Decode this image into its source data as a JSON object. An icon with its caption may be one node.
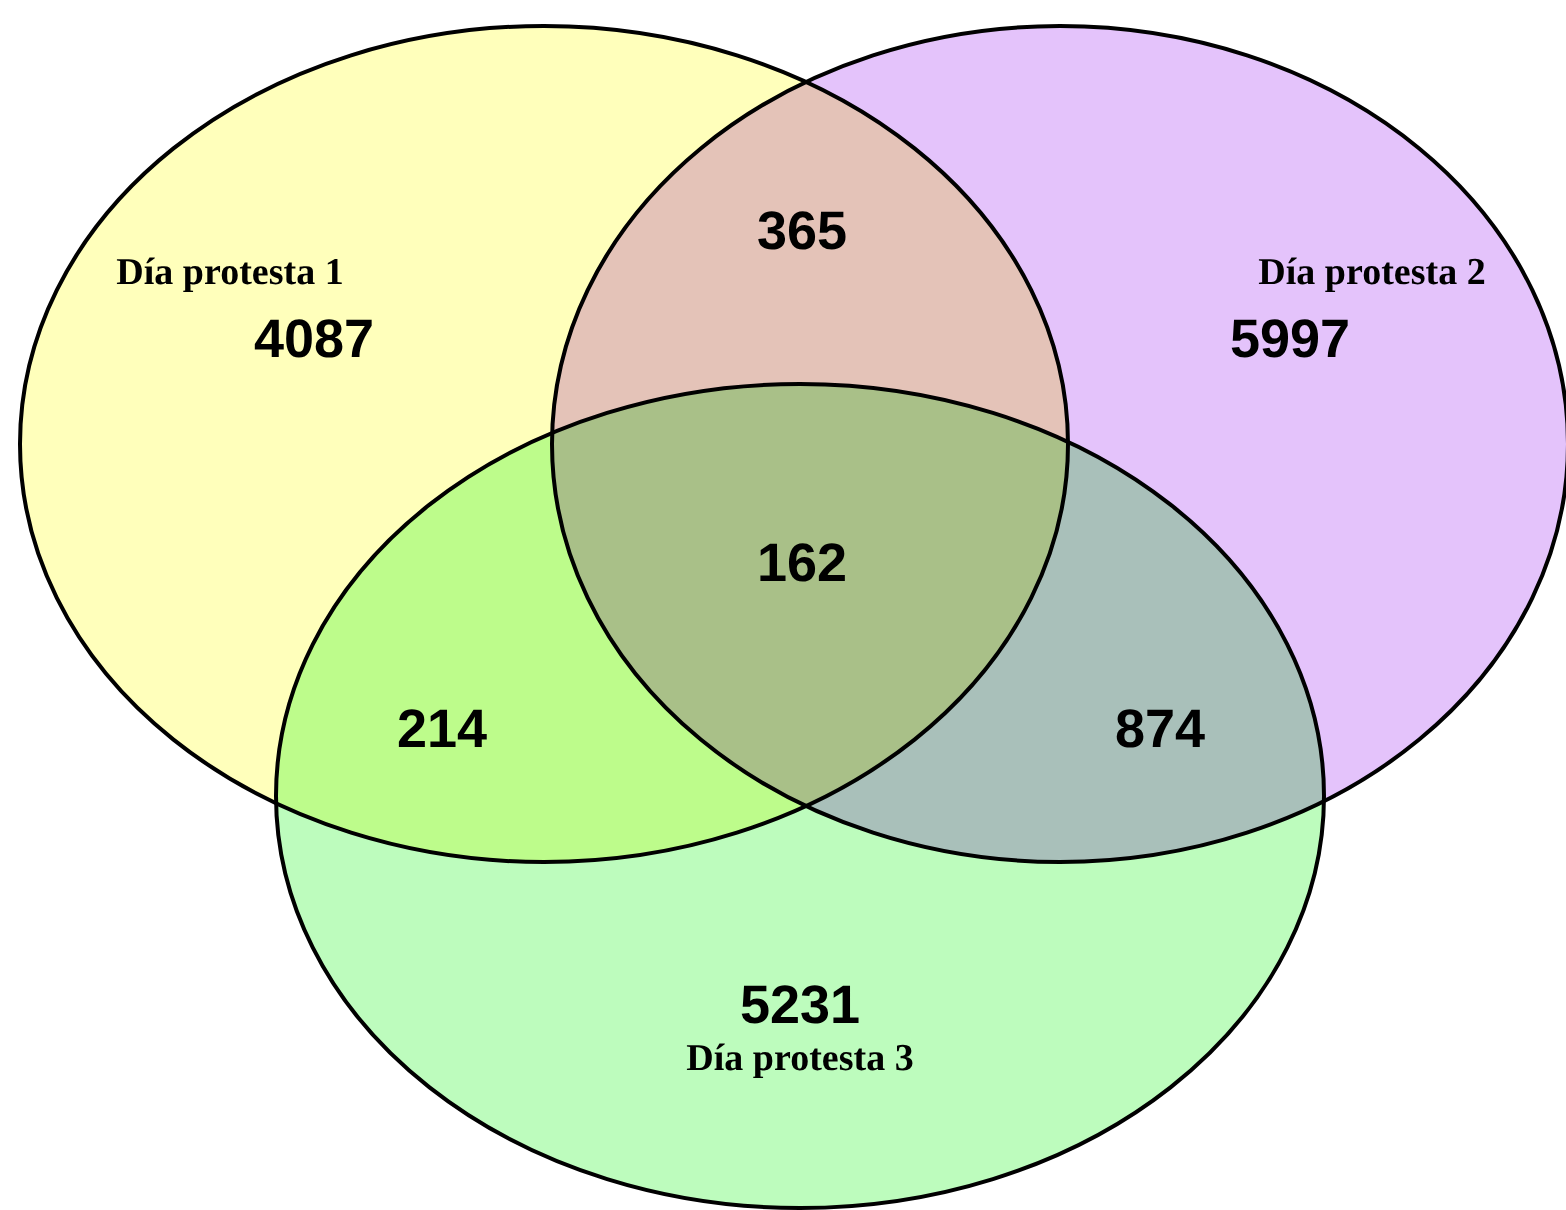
{
  "diagram": {
    "nodes": [
      {
        "text": [
          "Día protesta 1",
          "4087"
        ]
      },
      {
        "text": [
          "Día protesta 2",
          "5997"
        ]
      },
      {
        "text": [
          "5231",
          "Día protesta 3"
        ]
      }
    ],
    "labels": [
      "365",
      "162",
      "214",
      "874"
    ]
  }
}
